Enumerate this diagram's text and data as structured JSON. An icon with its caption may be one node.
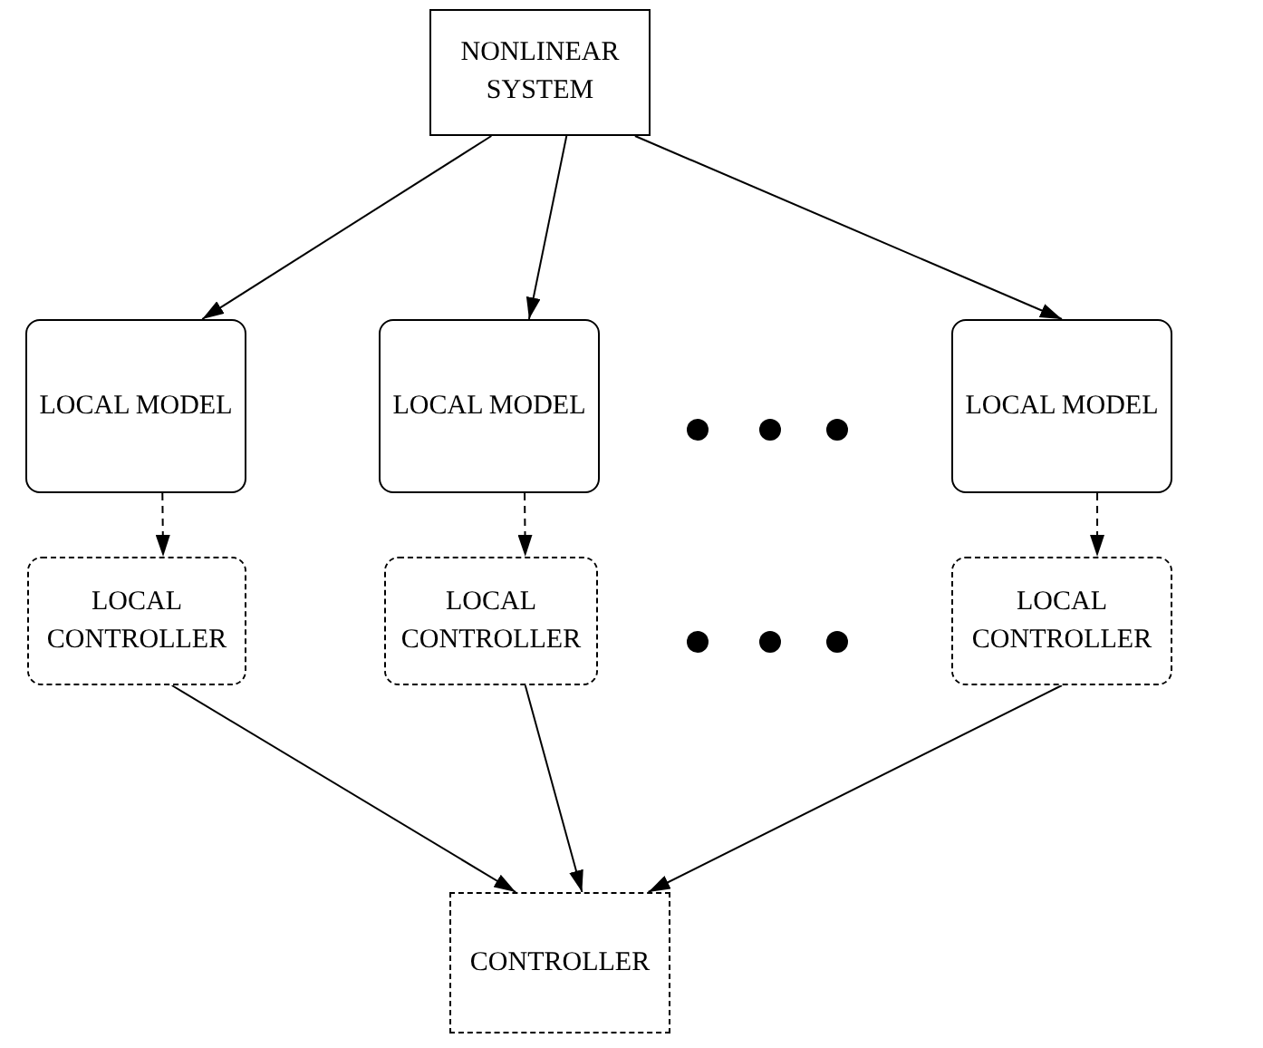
{
  "diagram": {
    "nodes": [
      {
        "text": [
          "NONLINEAR SYSTEM"
        ]
      },
      {
        "text": [
          "LOCAL MODEL"
        ]
      },
      {
        "text": [
          "LOCAL MODEL"
        ]
      },
      {
        "text": [
          "LOCAL MODEL"
        ]
      },
      {
        "text": [
          "LOCAL CONTROLLER"
        ]
      },
      {
        "text": [
          "LOCAL CONTROLLER"
        ]
      },
      {
        "text": [
          "LOCAL CONTROLLER"
        ]
      },
      {
        "text": [
          "CONTROLLER"
        ]
      }
    ],
    "edges": [
      {
        "from": 0,
        "to": 1,
        "arrow": "to"
      },
      {
        "from": 0,
        "to": 2,
        "arrow": "to"
      },
      {
        "from": 0,
        "to": 3,
        "arrow": "to"
      },
      {
        "from": 1,
        "to": 4,
        "arrow": "to",
        "style": "dashed"
      },
      {
        "from": 2,
        "to": 5,
        "arrow": "to",
        "style": "dashed"
      },
      {
        "from": 3,
        "to": 6,
        "arrow": "to",
        "style": "dashed"
      },
      {
        "from": 4,
        "to": 7,
        "arrow": "to"
      },
      {
        "from": 5,
        "to": 7,
        "arrow": "to"
      },
      {
        "from": 6,
        "to": 7,
        "arrow": "to"
      }
    ]
  }
}
